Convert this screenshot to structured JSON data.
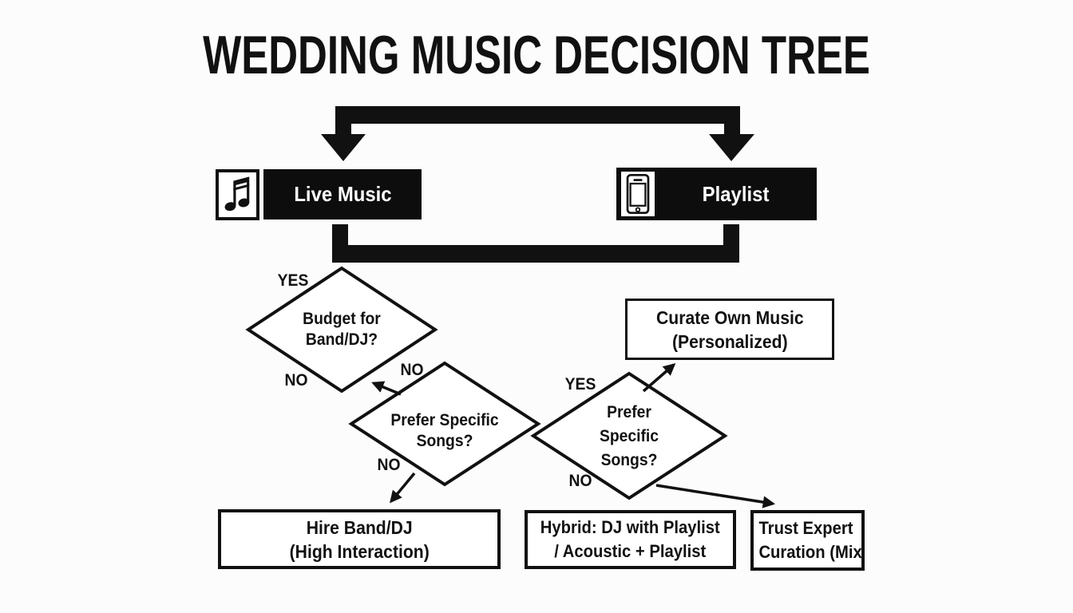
{
  "title": "WEDDING MUSIC DECISION TREE",
  "branches": {
    "live_music": {
      "label": "Live Music",
      "icon": "music-note-icon"
    },
    "playlist": {
      "label": "Playlist",
      "icon": "smartphone-icon"
    }
  },
  "decisions": {
    "budget": {
      "line1": "Budget for",
      "line2": "Band/DJ?",
      "yes": "YES",
      "no": "NO"
    },
    "prefer_songs_live": {
      "line1": "Prefer Specific",
      "line2": "Songs?",
      "no_top": "NO",
      "no_bottom": "NO"
    },
    "prefer_songs_playlist": {
      "line1": "Prefer",
      "line2": "Specific",
      "line3": "Songs?",
      "yes": "YES",
      "no": "NO"
    }
  },
  "outcomes": {
    "curate_own": {
      "line1": "Curate Own Music",
      "line2": "(Personalized)"
    },
    "hire_band_dj": {
      "line1": "Hire Band/DJ",
      "line2": "(High Interaction)"
    },
    "hybrid": {
      "line1": "Hybrid: DJ with Playlist",
      "line2": "/ Acoustic + Playlist"
    },
    "trust_expert": {
      "line1": "Trust Expert",
      "line2": "Curation (Mix"
    }
  },
  "colors": {
    "ink": "#111111",
    "background": "#fcfcfc",
    "bar_fill": "#0d0d0d",
    "bar_text": "#ffffff"
  }
}
